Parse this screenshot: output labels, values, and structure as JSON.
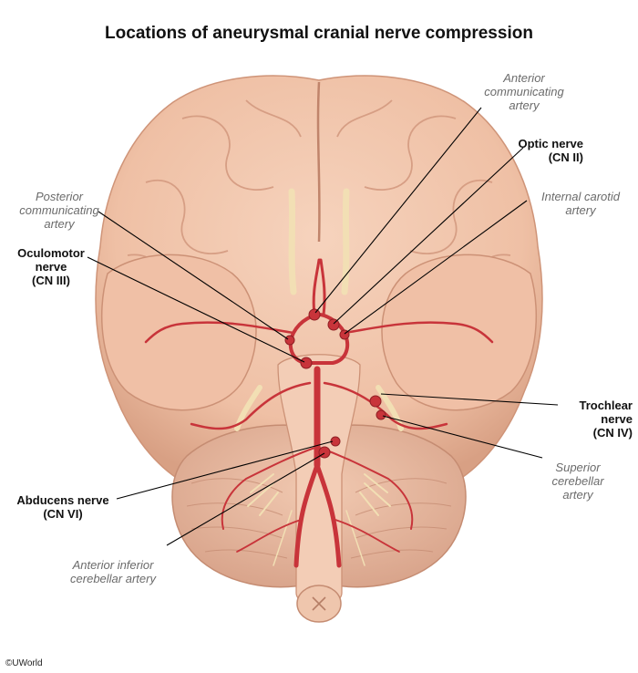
{
  "title": "Locations of aneurysmal cranial nerve compression",
  "labels": {
    "anterior_communicating_artery": "Anterior\ncommunicating\nartery",
    "optic_nerve": "Optic nerve\n(CN II)",
    "posterior_communicating_artery": "Posterior\ncommunicating\nartery",
    "internal_carotid_artery": "Internal carotid\nartery",
    "oculomotor_nerve": "Oculomotor\nnerve\n(CN III)",
    "trochlear_nerve": "Trochlear\nnerve\n(CN IV)",
    "superior_cerebellar_artery": "Superior\ncerebellar\nartery",
    "abducens_nerve": "Abducens nerve\n(CN VI)",
    "anterior_inferior_cerebellar_artery": "Anterior inferior\ncerebellar artery"
  },
  "credit": "©UWorld",
  "colors": {
    "brain": "#f0c4a9",
    "brain_shadow": "#d89e83",
    "artery": "#c8343a",
    "nerve": "#f2dfb4",
    "leader_line": "#000000",
    "nerve_label": "#111111",
    "artery_label": "#6b6b6b"
  }
}
